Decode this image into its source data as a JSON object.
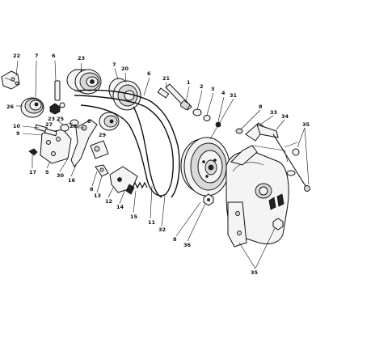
{
  "diagram": {
    "callouts": [
      {
        "id": "c22a",
        "text": "22"
      },
      {
        "id": "c7a",
        "text": "7"
      },
      {
        "id": "c6a",
        "text": "6"
      },
      {
        "id": "c23a",
        "text": "23"
      },
      {
        "id": "c26",
        "text": "26"
      },
      {
        "id": "c7b",
        "text": "7"
      },
      {
        "id": "c20",
        "text": "20"
      },
      {
        "id": "c6b",
        "text": "6"
      },
      {
        "id": "c21",
        "text": "21"
      },
      {
        "id": "c1",
        "text": "1"
      },
      {
        "id": "c2",
        "text": "2"
      },
      {
        "id": "c3",
        "text": "3"
      },
      {
        "id": "c4",
        "text": "4"
      },
      {
        "id": "c31",
        "text": "31"
      },
      {
        "id": "c8a",
        "text": "8"
      },
      {
        "id": "c33",
        "text": "33"
      },
      {
        "id": "c34",
        "text": "34"
      },
      {
        "id": "c35a",
        "text": "35"
      },
      {
        "id": "c10",
        "text": "10"
      },
      {
        "id": "c9",
        "text": "9"
      },
      {
        "id": "c23b",
        "text": "23"
      },
      {
        "id": "c27",
        "text": "27"
      },
      {
        "id": "c25",
        "text": "25"
      },
      {
        "id": "c28",
        "text": "28"
      },
      {
        "id": "c29",
        "text": "29"
      },
      {
        "id": "c8b",
        "text": "8"
      },
      {
        "id": "c17",
        "text": "17"
      },
      {
        "id": "c5",
        "text": "5"
      },
      {
        "id": "c30",
        "text": "30"
      },
      {
        "id": "c16",
        "text": "16"
      },
      {
        "id": "c8c",
        "text": "8"
      },
      {
        "id": "c13",
        "text": "13"
      },
      {
        "id": "c12",
        "text": "12"
      },
      {
        "id": "c14",
        "text": "14"
      },
      {
        "id": "c15",
        "text": "15"
      },
      {
        "id": "c11",
        "text": "11"
      },
      {
        "id": "c32",
        "text": "32"
      },
      {
        "id": "c8d",
        "text": "8"
      },
      {
        "id": "c36",
        "text": "36"
      },
      {
        "id": "c35b",
        "text": "35"
      }
    ]
  }
}
